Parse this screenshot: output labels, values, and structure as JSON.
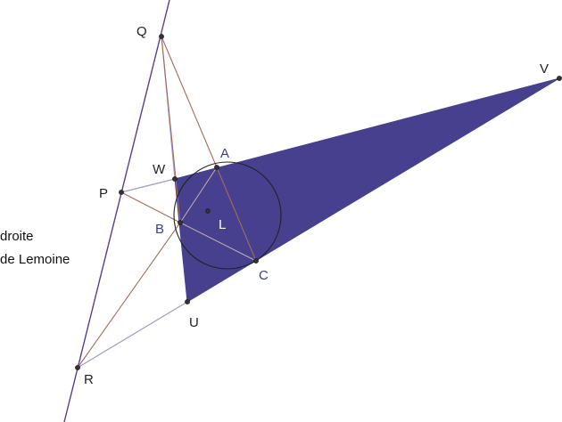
{
  "colors": {
    "triangle_fill": "#46408f",
    "lemoine_line": "#5b3f8a",
    "brown_line": "#a86a5a",
    "lilac_line": "#9d9ac9",
    "circle": "#222222",
    "point": "#333333"
  },
  "points": {
    "Q": "Q",
    "V": "V",
    "A": "A",
    "W": "W",
    "P": "P",
    "B": "B",
    "L": "L",
    "C": "C",
    "U": "U",
    "R": "R"
  },
  "line_label": {
    "line1": "droite",
    "line2": "de Lemoine"
  }
}
